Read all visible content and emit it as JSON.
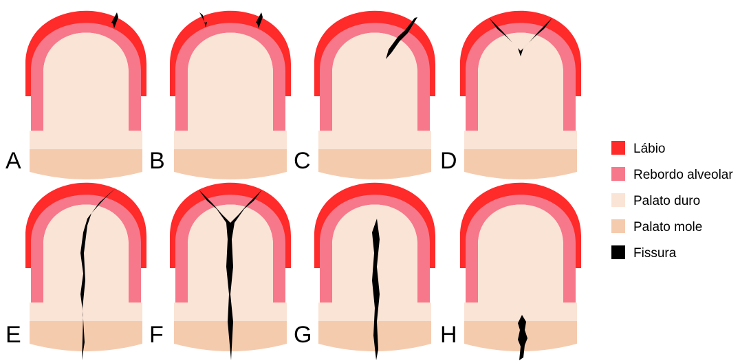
{
  "colors": {
    "labio": "#ff2a2a",
    "rebordo_alveolar": "#f7788a",
    "palato_duro": "#fae4d6",
    "palato_mole": "#f5cbae",
    "fissura": "#000000"
  },
  "panels": [
    {
      "letter": "A",
      "cleft": "incomplete unilateral cleft lip"
    },
    {
      "letter": "B",
      "cleft": "incomplete bilateral cleft lip"
    },
    {
      "letter": "C",
      "cleft": "unilateral cleft lip and alveolus"
    },
    {
      "letter": "D",
      "cleft": "bilateral cleft lip and alveolus"
    },
    {
      "letter": "E",
      "cleft": "complete unilateral cleft lip and palate"
    },
    {
      "letter": "F",
      "cleft": "complete bilateral cleft lip and palate"
    },
    {
      "letter": "G",
      "cleft": "cleft palate"
    },
    {
      "letter": "H",
      "cleft": "soft palate cleft"
    }
  ],
  "legend": [
    {
      "label": "Lábio",
      "color_key": "labio"
    },
    {
      "label": "Rebordo alveolar",
      "color_key": "rebordo_alveolar"
    },
    {
      "label": "Palato duro",
      "color_key": "palato_duro"
    },
    {
      "label": "Palato mole",
      "color_key": "palato_mole"
    },
    {
      "label": "Fissura",
      "color_key": "fissura"
    }
  ]
}
